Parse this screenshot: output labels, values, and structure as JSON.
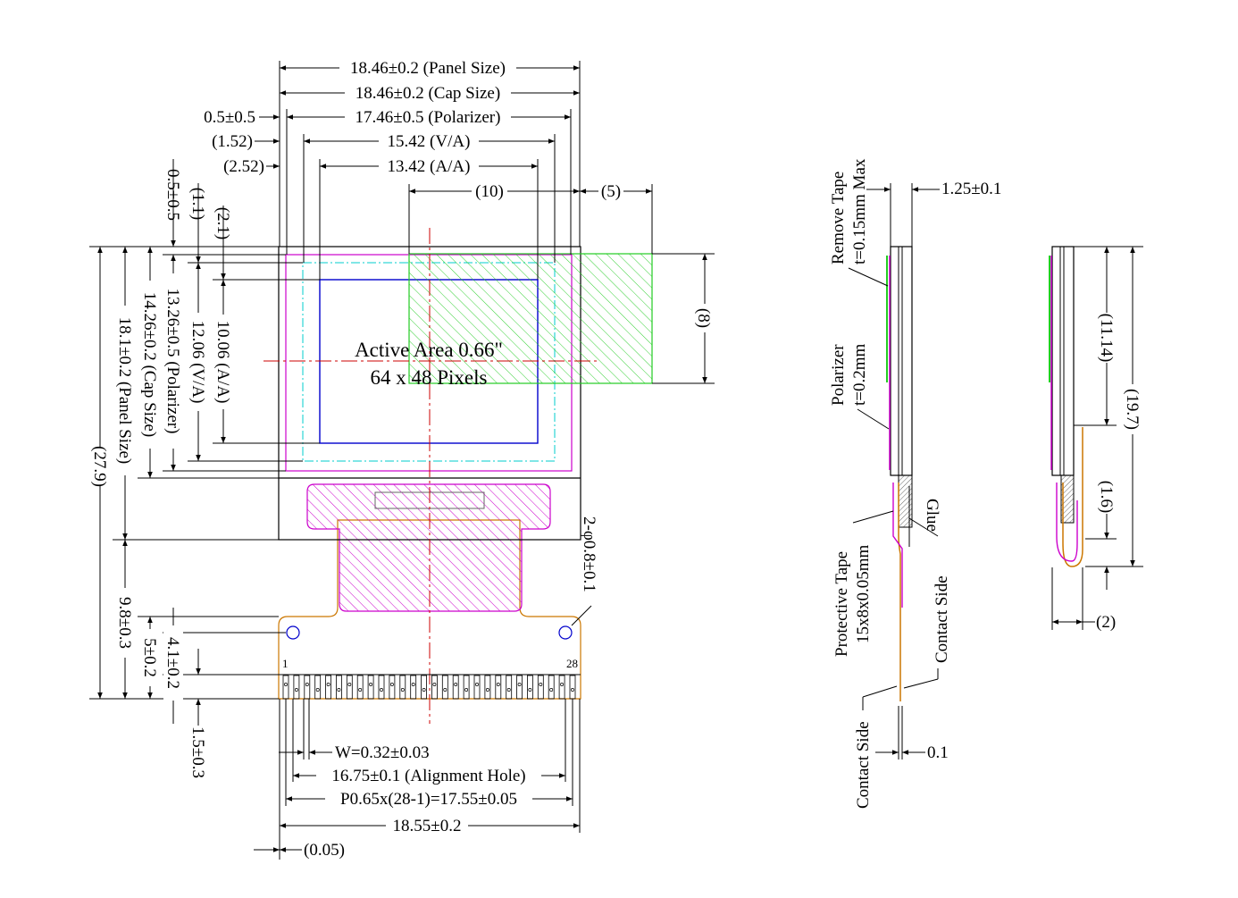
{
  "top_dims": {
    "panel": "18.46±0.2 (Panel Size)",
    "cap": "18.46±0.2 (Cap Size)",
    "pol_off": "0.5±0.5",
    "pol": "17.46±0.5 (Polarizer)",
    "va_off": "(1.52)",
    "va": "15.42 (V/A)",
    "aa_off": "(2.52)",
    "aa": "13.42 (A/A)",
    "tape_w": "(10)",
    "tape_gap": "(5)"
  },
  "left_dims": {
    "top_pol": "0.5±0.5",
    "top_va": "(1.1)",
    "top_aa": "(2.1)",
    "aa_h": "10.06 (A/A)",
    "va_h": "12.06 (V/A)",
    "pol_h": "13.26±0.5 (Polarizer)",
    "cap_h": "14.26±0.2 (Cap Size)",
    "panel_h": "18.1±0.2 (Panel Size)",
    "total": "(27.9)",
    "fpc": "9.8±0.3",
    "hole": "5±0.2",
    "pin_area": "4.1±0.2",
    "finger": "1.5±0.3"
  },
  "center": {
    "active_line1": "Active Area 0.66\"",
    "active_line2": "64 x 48 Pixels",
    "tape_h": "(8)",
    "hole_note": "2-φ0.8±0.1",
    "pin_first": "1",
    "pin_last": "28"
  },
  "bottom_dims": {
    "pin_w": "W=0.32±0.03",
    "align": "16.75±0.1 (Alignment Hole)",
    "pitch": "P0.65x(28-1)=17.55±0.05",
    "fpc_w": "18.55±0.2",
    "offset": "(0.05)"
  },
  "side_view": {
    "remove_tape_1": "Remove Tape",
    "remove_tape_2": "t=0.15mm Max",
    "thickness": "1.25±0.1",
    "polarizer_1": "Polarizer",
    "polarizer_2": "t=0.2mm",
    "glue": "Glue",
    "protective_1": "Protective Tape",
    "protective_2": "15x8x0.05mm",
    "contact_side_a": "Contact Side",
    "contact_side_b": "Contact Side",
    "fpc_t": "0.1"
  },
  "bent_view": {
    "d1": "(11.14)",
    "d2": "(19.7)",
    "d3": "(1.6)",
    "d4": "(2)"
  },
  "colors": {
    "line": "#000000",
    "polarizer": "#cc00cc",
    "viewing": "#00cccc",
    "active": "#0000cc",
    "tape": "#00cc00",
    "fpc": "#cc7700",
    "center": "#cc0000"
  }
}
